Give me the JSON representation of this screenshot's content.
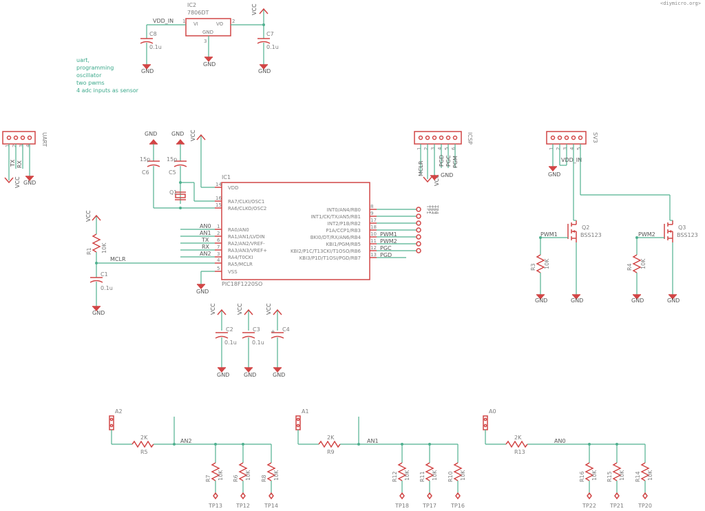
{
  "watermark": "<diymicro.org>",
  "notes": [
    "uart,",
    "programming",
    "oscillator",
    "two pwms",
    "4 adc inputs as sensor"
  ],
  "nets": {
    "vdd_in": "VDD_IN",
    "vcc": "VCC",
    "gnd": "GND",
    "mclr": "MCLR",
    "pwm1": "PWM1",
    "pwm2": "PWM2",
    "pgc": "PGC",
    "pgd": "PGD",
    "an0": "AN0",
    "an1": "AN1",
    "an2": "AN2",
    "tx": "TX",
    "rx": "RX",
    "pgm": "PGM"
  },
  "ic2": {
    "ref": "IC2",
    "part": "7806DT",
    "vi": "VI",
    "vo": "VO",
    "gnd": "GND",
    "p1": "1",
    "p2": "2",
    "p3": "3"
  },
  "ic1": {
    "ref": "IC1",
    "part": "PIC18F1220SO",
    "vdd": "VDD",
    "vss": "VSS"
  },
  "ic1_left_pins": [
    {
      "num": "14",
      "name": "VDD"
    },
    {
      "num": "16",
      "name": "RA7/CLKI/OSC1"
    },
    {
      "num": "15",
      "name": "RA6/CLKO/OSC2"
    },
    {
      "num": "1",
      "name": "RA0/AN0"
    },
    {
      "num": "2",
      "name": "RA1/AN1/LVDIN"
    },
    {
      "num": "6",
      "name": "RA2/AN2/VREF-"
    },
    {
      "num": "7",
      "name": "RA3/AN3/VREF+"
    },
    {
      "num": "3",
      "name": "RA4/T0CKI"
    },
    {
      "num": "4",
      "name": "RA5/MCLR"
    },
    {
      "num": "5",
      "name": "VSS"
    }
  ],
  "ic1_right_pins": [
    {
      "num": "8",
      "name": "INT0/AN4/RB0"
    },
    {
      "num": "9",
      "name": "INT1/CK/TX/AN5/RB1"
    },
    {
      "num": "17",
      "name": "INT2/P1B/RB2"
    },
    {
      "num": "18",
      "name": "P1A/CCP1/RB3"
    },
    {
      "num": "10",
      "name": "BKI0/DT/RX/AN6/RB4"
    },
    {
      "num": "11",
      "name": "KBI1/PGM/RB5"
    },
    {
      "num": "12",
      "name": "KBI2/P1C/T13CKI/T1OSO/RB6"
    },
    {
      "num": "13",
      "name": "KBI3/P1D/T1OSI/PGD/RB7"
    }
  ],
  "tp_labels": [
    "TP1",
    "TP2",
    "TP3",
    "TP4"
  ],
  "caps": {
    "c1": {
      "ref": "C1",
      "val": "0.1u"
    },
    "c2": {
      "ref": "C2",
      "val": "0.1u"
    },
    "c3": {
      "ref": "C3",
      "val": "0.1u"
    },
    "c4": {
      "ref": "C4"
    },
    "c5": {
      "ref": "C5",
      "val": "15p"
    },
    "c6": {
      "ref": "C6",
      "val": "15p"
    },
    "c7": {
      "ref": "C7",
      "val": "0.1u"
    },
    "c8": {
      "ref": "C8",
      "val": "0.1u"
    }
  },
  "q1": "Q1",
  "r1": {
    "ref": "R1",
    "val": "10K"
  },
  "uart": {
    "ref": "UART",
    "pins": [
      "1",
      "2",
      "3",
      "4"
    ]
  },
  "icsp": {
    "ref": "ICSP",
    "pins": [
      "1",
      "2",
      "3",
      "4",
      "5",
      "6"
    ]
  },
  "sv3": {
    "ref": "SV3",
    "pins": [
      "1",
      "2",
      "3",
      "4",
      "5"
    ]
  },
  "q2": {
    "ref": "Q2",
    "part": "BSS123"
  },
  "q3": {
    "ref": "Q3",
    "part": "BSS123"
  },
  "r3": {
    "ref": "R3",
    "val": "10K"
  },
  "r4": {
    "ref": "R4",
    "val": "10K"
  },
  "sensors": [
    {
      "conn": "A2",
      "net": "AN2",
      "rs": "R5",
      "rsval": "2K",
      "r": [
        {
          "ref": "R7",
          "val": "10K"
        },
        {
          "ref": "R6",
          "val": "10K"
        },
        {
          "ref": "R8",
          "val": "10K"
        }
      ],
      "tp": [
        "TP13",
        "TP12",
        "TP14"
      ]
    },
    {
      "conn": "A1",
      "net": "AN1",
      "rs": "R9",
      "rsval": "2K",
      "r": [
        {
          "ref": "R12",
          "val": "10K"
        },
        {
          "ref": "R11",
          "val": "10K"
        },
        {
          "ref": "R10",
          "val": "10K"
        }
      ],
      "tp": [
        "TP18",
        "TP17",
        "TP16"
      ]
    },
    {
      "conn": "A0",
      "net": "AN0",
      "rs": "R13",
      "rsval": "2K",
      "r": [
        {
          "ref": "R16",
          "val": "10K"
        },
        {
          "ref": "R15",
          "val": "10K"
        },
        {
          "ref": "R14",
          "val": "10K"
        }
      ],
      "tp": [
        "TP22",
        "TP21",
        "TP20"
      ]
    }
  ]
}
